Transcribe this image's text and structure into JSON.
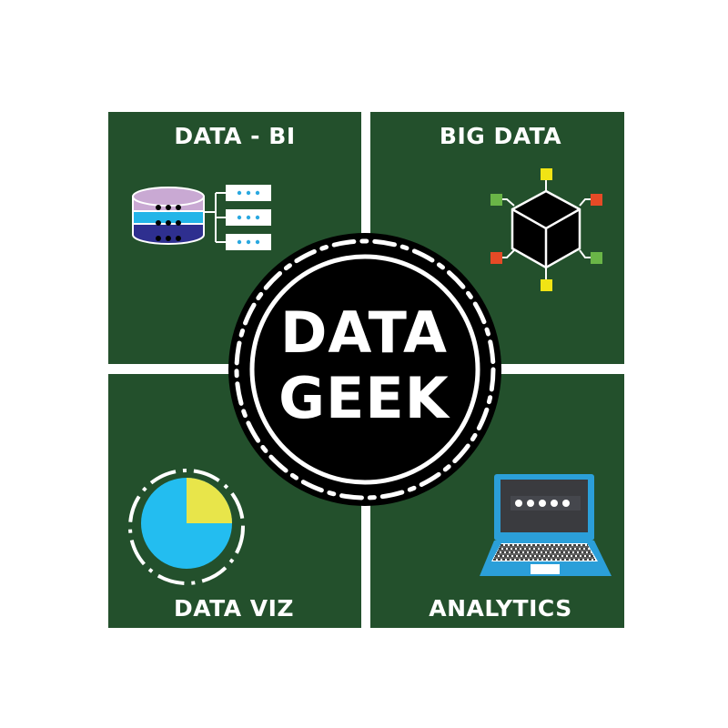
{
  "colors": {
    "background": "#ffffff",
    "panel_green": "#23502c",
    "circle_black": "#000000",
    "white": "#ffffff",
    "db_lavender": "#c9a9d3",
    "db_cyan": "#23b5e8",
    "db_navy": "#2e2f8f",
    "pie_blue": "#23bdf0",
    "pie_yellow": "#e8e54a",
    "node_yellow": "#f1e415",
    "node_red": "#e64a26",
    "node_green": "#6ab547",
    "laptop_blue": "#2b9fd9",
    "screen_gray": "#3a3b3f"
  },
  "center": {
    "line1": "DATA",
    "line2": "GEEK"
  },
  "quadrants": {
    "top_left": {
      "label": "DATA - BI",
      "icon": "database-server-icon"
    },
    "top_right": {
      "label": "BIG DATA",
      "icon": "cube-network-icon"
    },
    "bottom_left": {
      "label": "DATA VIZ",
      "icon": "pie-chart-icon"
    },
    "bottom_right": {
      "label": "ANALYTICS",
      "icon": "laptop-password-icon"
    }
  },
  "laptop": {
    "password_dots": "●●●●●"
  }
}
